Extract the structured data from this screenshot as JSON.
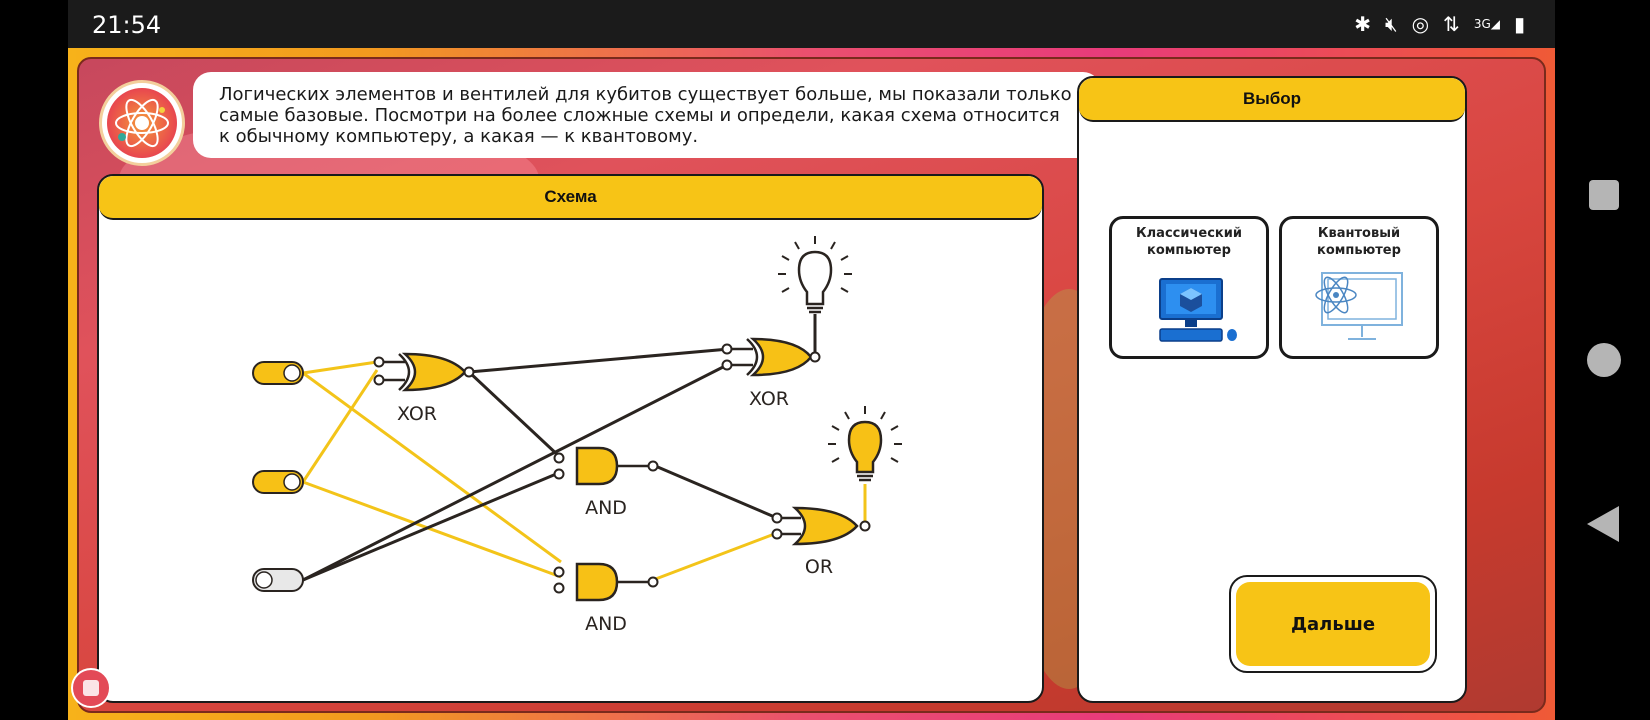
{
  "status_bar": {
    "time": "21:54",
    "icons": [
      "bluetooth-icon",
      "mute-icon",
      "hotspot-icon",
      "data-arrows-icon",
      "3g-signal-icon",
      "battery-icon"
    ],
    "network": "3G"
  },
  "instruction": {
    "text": "Логических элементов и вентилей для кубитов существует больше, мы показали только самые базовые. Посмотри на более сложные схемы и определи, какая схема относится к обычному компьютеру, а какая — к квантовому."
  },
  "schema_panel": {
    "title": "Схема",
    "gates": {
      "xor1": "XOR",
      "xor2": "XOR",
      "and1": "AND",
      "and2": "AND",
      "or1": "OR"
    },
    "inputs": [
      {
        "state": "on"
      },
      {
        "state": "on"
      },
      {
        "state": "off"
      }
    ],
    "outputs": [
      {
        "state": "off"
      },
      {
        "state": "on"
      }
    ]
  },
  "choice_panel": {
    "title": "Выбор",
    "options": [
      {
        "label": "Классический компьютер",
        "icon": "classic-computer-icon"
      },
      {
        "label": "Квантовый компьютер",
        "icon": "quantum-computer-icon"
      }
    ],
    "next_label": "Дальше"
  },
  "colors": {
    "accent": "#f7c416",
    "wire_dark": "#2a2420",
    "wire_yellow": "#f3c419",
    "gate_fill": "#f7c116"
  }
}
